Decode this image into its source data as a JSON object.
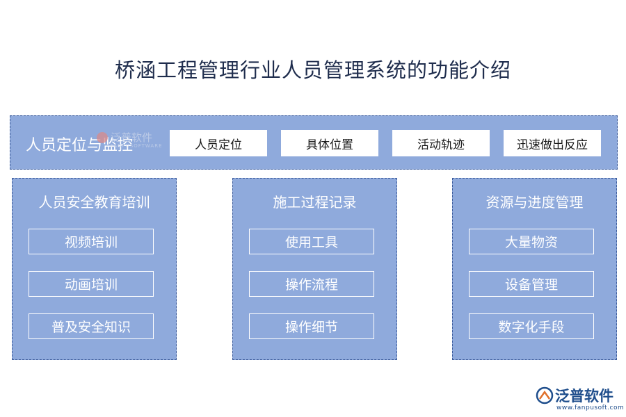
{
  "title": "桥涵工程管理行业人员管理系统的功能介绍",
  "top_section": {
    "label": "人员定位与监控",
    "items": [
      "人员定位",
      "具体位置",
      "活动轨迹",
      "迅速做出反应"
    ]
  },
  "watermark": {
    "text": "泛普软件",
    "sub": "FANPUSOFTWARE"
  },
  "columns": [
    {
      "title": "人员安全教育培训",
      "items": [
        "视频培训",
        "动画培训",
        "普及安全知识"
      ]
    },
    {
      "title": "施工过程记录",
      "items": [
        "使用工具",
        "操作流程",
        "操作细节"
      ]
    },
    {
      "title": "资源与进度管理",
      "items": [
        "大量物资",
        "设备管理",
        "数字化手段"
      ]
    }
  ],
  "logo": {
    "text": "泛普软件",
    "url": "www.fanpusoft.com",
    "icon": "fanpu-logo-icon"
  },
  "colors": {
    "panel": "#8faadc",
    "border": "#3b5a9a",
    "title": "#1f2d4d",
    "logo": "#1f4e8c"
  }
}
